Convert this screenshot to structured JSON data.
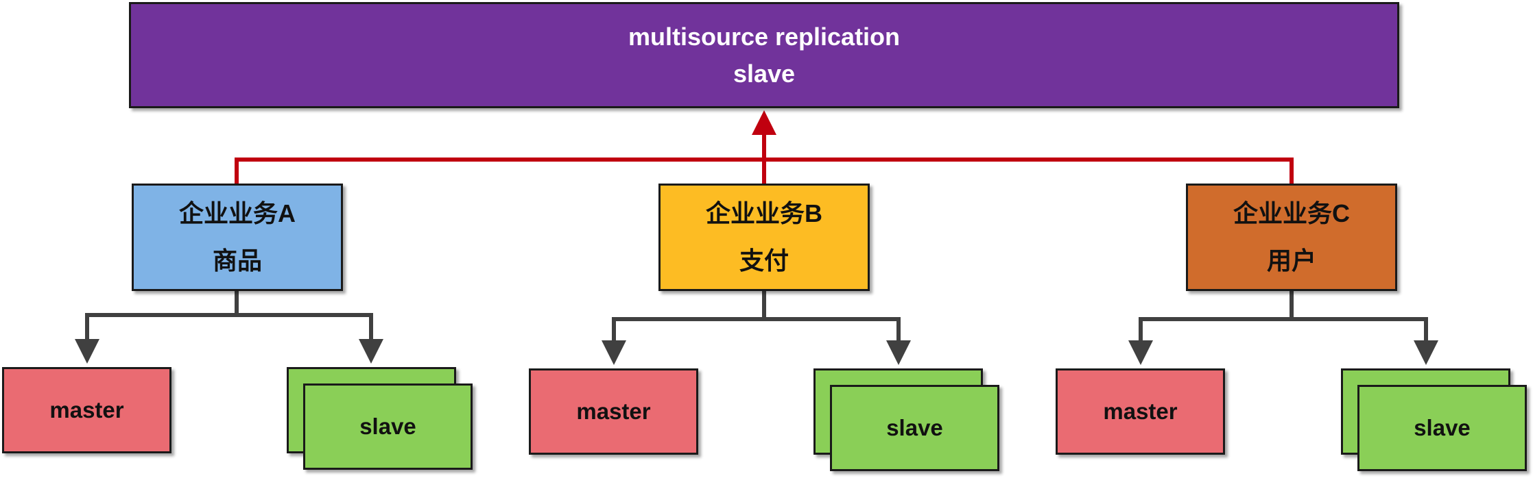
{
  "colors": {
    "top_fill": "#71339b",
    "biz_a_fill": "#7fb3e6",
    "biz_b_fill": "#fdbc23",
    "biz_c_fill": "#d06c2c",
    "master_fill": "#ea6b72",
    "slave_fill": "#8acf57",
    "red_connector": "#c0000f",
    "gray_connector": "#404040"
  },
  "top_node": {
    "line1": "multisource replication",
    "line2": "slave"
  },
  "businesses": [
    {
      "name": "企业业务A",
      "desc": "商品",
      "master": "master",
      "slave": "slave"
    },
    {
      "name": "企业业务B",
      "desc": "支付",
      "master": "master",
      "slave": "slave"
    },
    {
      "name": "企业业务C",
      "desc": "用户",
      "master": "master",
      "slave": "slave"
    }
  ]
}
